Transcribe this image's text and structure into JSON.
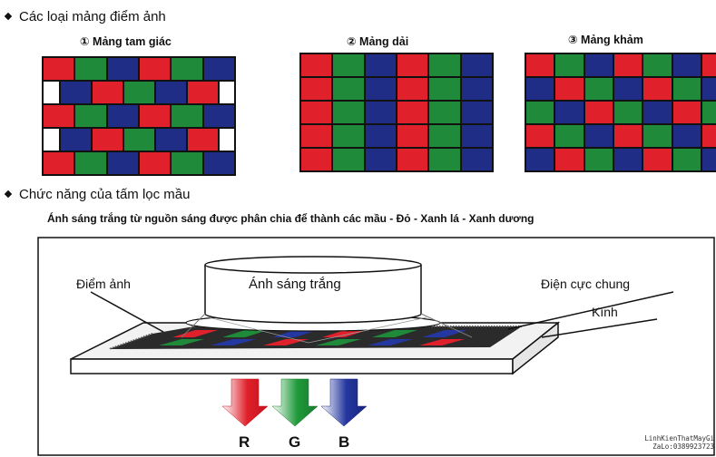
{
  "section1": {
    "heading": "Các loại mảng điểm ảnh",
    "arrays": [
      {
        "title": "① Mảng tam giác",
        "pattern": "delta",
        "rows": [
          [
            "red",
            "green",
            "blue",
            "red",
            "green",
            "blue"
          ],
          [
            "white",
            "blue",
            "red",
            "green",
            "blue",
            "red",
            "white"
          ],
          [
            "red",
            "green",
            "blue",
            "red",
            "green",
            "blue"
          ],
          [
            "white",
            "blue",
            "red",
            "green",
            "blue",
            "red",
            "white"
          ],
          [
            "red",
            "green",
            "blue",
            "red",
            "green",
            "blue"
          ]
        ]
      },
      {
        "title": "② Mảng dải",
        "pattern": "stripe",
        "rows": [
          [
            "red",
            "green",
            "blue",
            "red",
            "green",
            "blue"
          ],
          [
            "red",
            "green",
            "blue",
            "red",
            "green",
            "blue"
          ],
          [
            "red",
            "green",
            "blue",
            "red",
            "green",
            "blue"
          ],
          [
            "red",
            "green",
            "blue",
            "red",
            "green",
            "blue"
          ],
          [
            "red",
            "green",
            "blue",
            "red",
            "green",
            "blue"
          ]
        ]
      },
      {
        "title": "③ Mảng khảm",
        "pattern": "mosaic",
        "rows": [
          [
            "red",
            "green",
            "blue",
            "red",
            "green",
            "blue",
            "red"
          ],
          [
            "blue",
            "red",
            "green",
            "blue",
            "red",
            "green",
            "blue"
          ],
          [
            "green",
            "blue",
            "red",
            "green",
            "blue",
            "red",
            "green"
          ],
          [
            "red",
            "green",
            "blue",
            "red",
            "green",
            "blue",
            "red"
          ],
          [
            "blue",
            "red",
            "green",
            "blue",
            "red",
            "green",
            "blue"
          ]
        ]
      }
    ]
  },
  "section2": {
    "heading": "Chức năng của tấm lọc mầu",
    "description": "Ánh sáng trắng từ nguồn sáng được phân chia để thành các mầu - Đỏ - Xanh lá - Xanh dương",
    "labels": {
      "light_source": "Ánh sáng trắng",
      "pixel": "Điểm ảnh",
      "common_electrode": "Điện cực chung",
      "glass": "Kính",
      "r": "R",
      "g": "G",
      "b": "B"
    }
  },
  "watermark": {
    "line1": "LinhKienThatMayGi",
    "line2": "ZaLo:0389923723"
  },
  "colors": {
    "red": "#e0202a",
    "green": "#1f8a3a",
    "blue": "#1f2d86",
    "white": "#ffffff",
    "grid_line": "#111111"
  }
}
